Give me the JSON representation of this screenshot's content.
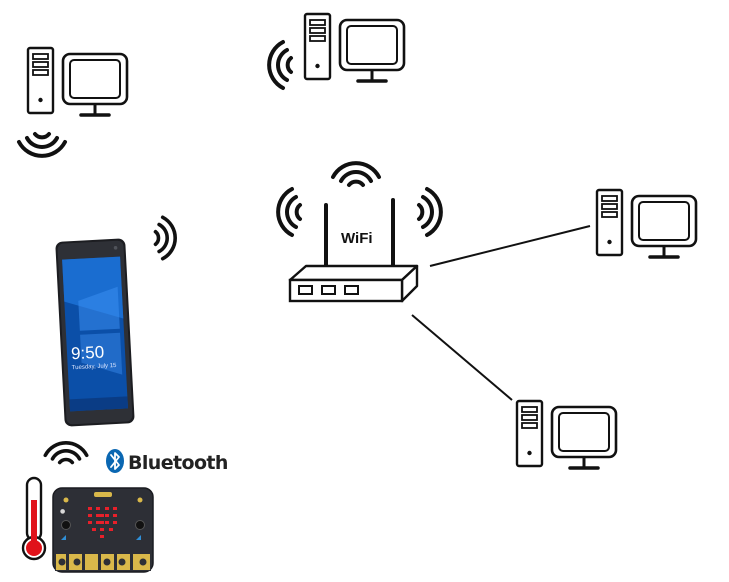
{
  "router": {
    "label": "WiFi"
  },
  "phone": {
    "time": "9:50",
    "date": "Tuesday, July 15"
  },
  "bluetooth": {
    "label": "Bluetooth"
  },
  "colors": {
    "line": "#111111",
    "bluetooth_blue": "#0a67b2",
    "thermometer_red": "#e0121a",
    "microbit_body": "#2d2f36",
    "microbit_gold": "#d9b84a",
    "led_red": "#e8202a",
    "phone_screen": "#0b4fa8"
  },
  "icons": [
    "desktop-computer-icon",
    "wifi-signal-icon",
    "wireless-router-icon",
    "smartphone-icon",
    "bluetooth-icon",
    "thermometer-icon",
    "microbit-board-icon"
  ]
}
